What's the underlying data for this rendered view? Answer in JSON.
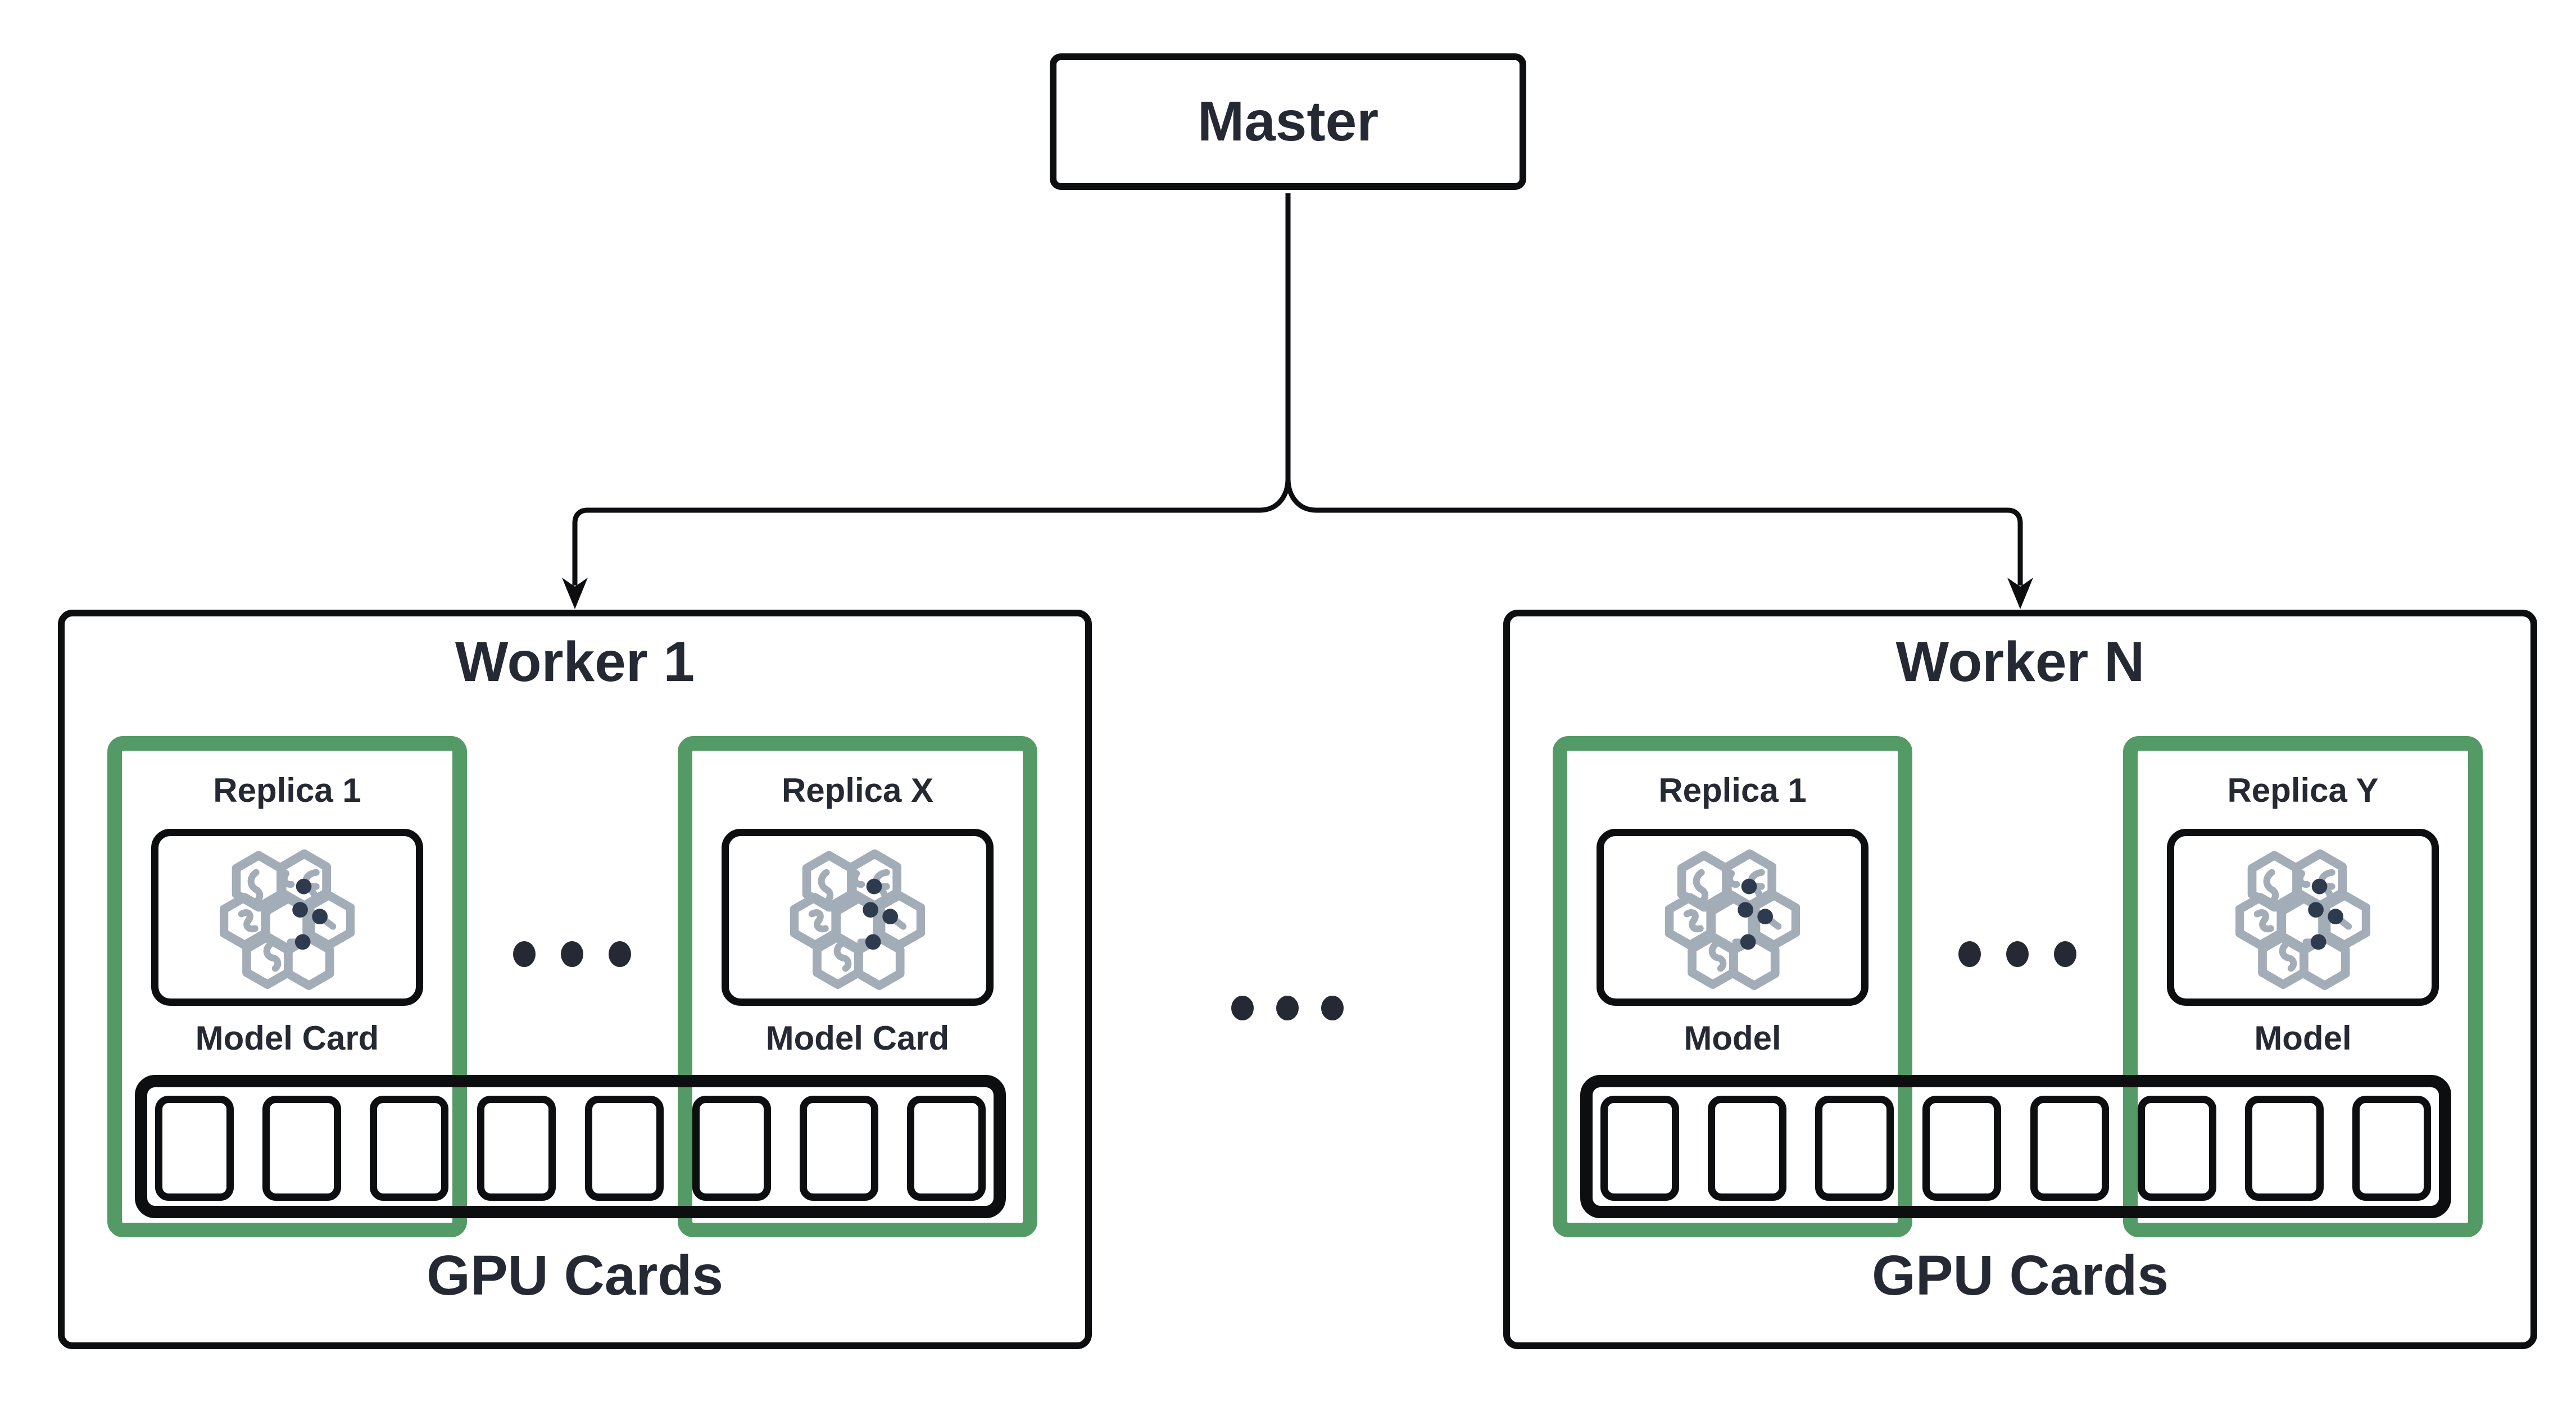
{
  "diagram": {
    "master": {
      "label": "Master"
    },
    "workers": [
      {
        "title": "Worker 1",
        "replicas": [
          {
            "label": "Replica 1",
            "model_label": "Model Card"
          },
          {
            "label": "Replica X",
            "model_label": "Model Card"
          }
        ],
        "gpu_label": "GPU Cards",
        "gpu_slot_count": 8
      },
      {
        "title": "Worker N",
        "replicas": [
          {
            "label": "Replica 1",
            "model_label": "Model"
          },
          {
            "label": "Replica Y",
            "model_label": "Model"
          }
        ],
        "gpu_label": "GPU Cards",
        "gpu_slot_count": 8
      }
    ],
    "colors": {
      "replica_border_green": "#539a66",
      "outline_black": "#0d0e10",
      "text_dark": "#242933",
      "brain_gray": "#a3adb8",
      "brain_node_navy": "#2e3b4e"
    },
    "icons": {
      "model_icon": "brain-circuit-icon"
    }
  }
}
